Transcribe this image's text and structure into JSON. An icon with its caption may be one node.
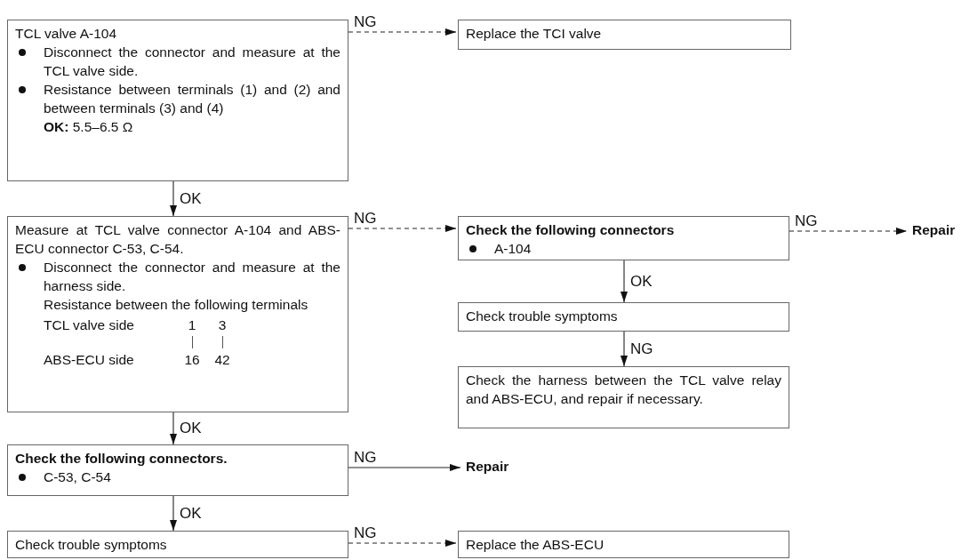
{
  "diagram": {
    "nodes": [
      {
        "text": [
          "TCL valve A-104",
          "Disconnect the connector and measure at the TCL valve side.",
          "Resistance between terminals (1) and (2) and between terminals (3) and (4)",
          "**OK:** 5.5–6.5 Ω"
        ]
      },
      {
        "text": [
          "Replace the TCI valve"
        ]
      },
      {
        "text": [
          "Measure at TCL valve connector A-104 and ABS-ECU connector C-53, C-54.",
          "Disconnect the connector and measure at the harness side.",
          "Resistance between the following terminals",
          "TCL valve side",
          "1",
          "3",
          "ABS-ECU side",
          "16",
          "42"
        ]
      },
      {
        "text": [
          "Check the following connectors",
          "A-104"
        ]
      },
      {
        "text": [
          "Repair"
        ]
      },
      {
        "text": [
          "Check trouble symptoms"
        ]
      },
      {
        "text": [
          "Check the harness between the TCL valve relay and ABS-ECU, and repair if necessary."
        ]
      },
      {
        "text": [
          "Check the following connectors.",
          "C-53, C-54"
        ]
      },
      {
        "text": [
          "Repair"
        ]
      },
      {
        "text": [
          "Check trouble symptoms"
        ]
      },
      {
        "text": [
          "Replace the ABS-ECU"
        ]
      }
    ],
    "edges": [
      {
        "from": 0,
        "to": 1,
        "arrow": "to",
        "label": "NG",
        "style": "dashed"
      },
      {
        "from": 0,
        "to": 2,
        "arrow": "to",
        "label": "OK"
      },
      {
        "from": 2,
        "to": 3,
        "arrow": "to",
        "label": "NG",
        "style": "dashed"
      },
      {
        "from": 3,
        "to": 4,
        "arrow": "to",
        "label": "NG",
        "style": "dashed"
      },
      {
        "from": 3,
        "to": 5,
        "arrow": "to",
        "label": "OK"
      },
      {
        "from": 5,
        "to": 6,
        "arrow": "to",
        "label": "NG"
      },
      {
        "from": 2,
        "to": 7,
        "arrow": "to",
        "label": "OK"
      },
      {
        "from": 7,
        "to": 8,
        "arrow": "to",
        "label": "NG"
      },
      {
        "from": 7,
        "to": 9,
        "arrow": "to",
        "label": "OK"
      },
      {
        "from": 9,
        "to": 10,
        "arrow": "to",
        "label": "NG",
        "style": "dashed"
      }
    ]
  }
}
